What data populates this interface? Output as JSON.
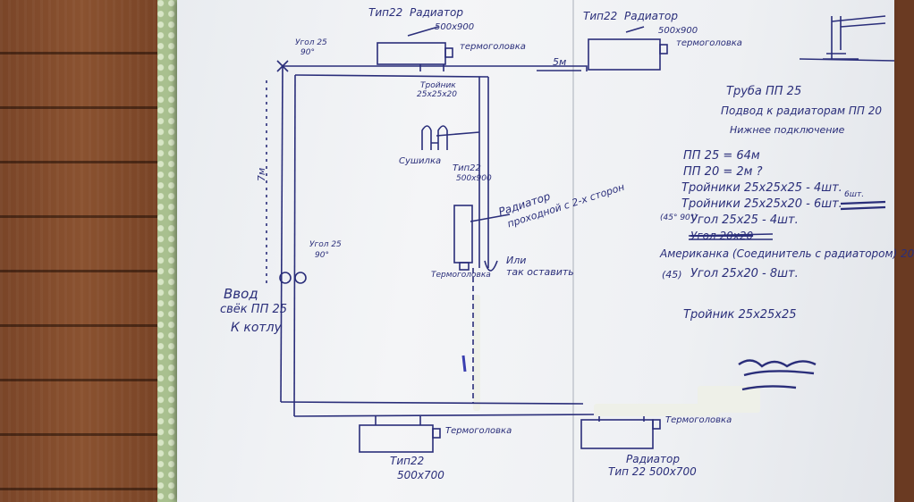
{
  "radiators": {
    "top_left": {
      "type": "Тип22",
      "name": "Радиатор",
      "size": "500х900",
      "valve": "термоголовка"
    },
    "top_right": {
      "type": "Тип22",
      "name": "Радиатор",
      "size": "500х900",
      "valve": "термоголовка"
    },
    "middle": {
      "type": "Тип22",
      "size": "500х900",
      "name": "Радиатор",
      "note": "проходной с 2-х сторон"
    },
    "bottom_left": {
      "valve": "Термоголовка",
      "type": "Тип22",
      "size": "500х700"
    },
    "bottom_right": {
      "valve": "Термоголовка",
      "name": "Радиатор",
      "size_type": "Тип 22 500х700"
    }
  },
  "labels": {
    "tee_top": "Тройник",
    "tee_top_size": "25х25х20",
    "corner_top": "Угол 25",
    "corner_top_angle": "90°",
    "length_5m": "5м",
    "length_7m": "7м",
    "dryer": "Сушилка",
    "middle_valve": "Термоголовка",
    "or_alt": "Или",
    "or_alt2": "так оставить",
    "corner_inlet": "Угол 25",
    "corner_inlet_angle": "90°",
    "inlet1": "Ввод",
    "inlet2": "свёк ПП 25",
    "inlet3": "К котлу"
  },
  "notes": {
    "line1": "Труба ПП 25",
    "line2": "Подвод к радиаторам ПП 20",
    "line3": "Нижнее подключение",
    "line4": "ПП 25 = 64м",
    "line5": "ПП 20 = 2м ?",
    "line6": "Тройники 25х25х25 - 4шт.",
    "line7": "Тройники 25х25х20 - 6шт.",
    "line7_extra": "6шт.",
    "line8_angles": "(45° 90°)",
    "line8": "Угол 25х25 - 4шт.",
    "line9_struck": "Угол 20х20",
    "line10": "Американка (Соединитель с радиатором) 20",
    "line11_angle": "(45)",
    "line11": "Угол 25х20 - 8шт.",
    "line12": "Тройник 25х25х25"
  },
  "colors": {
    "ink": "#2a2e7a",
    "paper": "#f0f2f5",
    "floor": "#7a4528"
  }
}
